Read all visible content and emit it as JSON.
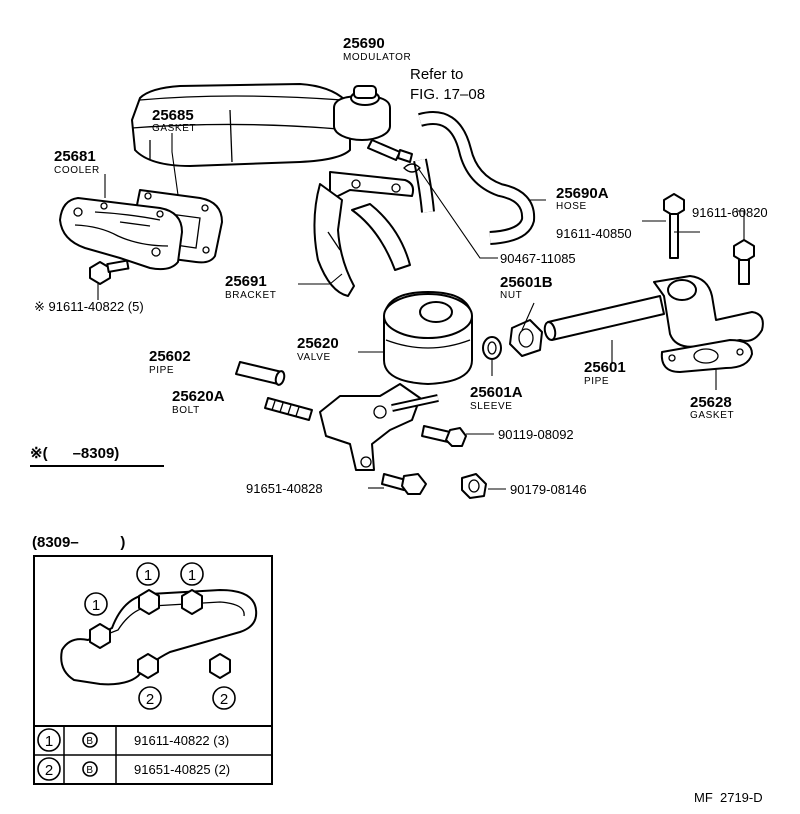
{
  "parts": {
    "p25690": {
      "number": "25690",
      "label": "MODULATOR"
    },
    "refer": {
      "line1": "Refer to",
      "line2": "FIG. 17–08"
    },
    "p25685": {
      "number": "25685",
      "label": "GASKET"
    },
    "p25681": {
      "number": "25681",
      "label": "COOLER"
    },
    "p25690A": {
      "number": "25690A",
      "label": "HOSE"
    },
    "p91611_60820": {
      "number": "91611-60820"
    },
    "p91611_40850": {
      "number": "91611-40850"
    },
    "p90467_11085": {
      "number": "90467-11085"
    },
    "p25691": {
      "number": "25691",
      "label": "BRACKET"
    },
    "p25601B": {
      "number": "25601B",
      "label": "NUT"
    },
    "p91611_40822": {
      "number": "※ 91611-40822 (5)"
    },
    "p25620": {
      "number": "25620",
      "label": "VALVE"
    },
    "p25602": {
      "number": "25602",
      "label": "PIPE"
    },
    "p25601": {
      "number": "25601",
      "label": "PIPE"
    },
    "p25601A": {
      "number": "25601A",
      "label": "SLEEVE"
    },
    "p25620A": {
      "number": "25620A",
      "label": "BOLT"
    },
    "p25628": {
      "number": "25628",
      "label": "GASKET"
    },
    "p90119_08092": {
      "number": "90119-08092"
    },
    "p91651_40828": {
      "number": "91651-40828"
    },
    "p90179_08146": {
      "number": "90179-08146"
    }
  },
  "notes": {
    "range_note": "※(      –8309)",
    "inset_range": "(8309–          )",
    "figure_code": "MF  2719-D"
  },
  "inset": {
    "markers": [
      "1",
      "2"
    ],
    "table": [
      {
        "marker": "1",
        "grade": "B",
        "part": "91611-40822 (3)"
      },
      {
        "marker": "2",
        "grade": "B",
        "part": "91651-40825 (2)"
      }
    ]
  }
}
